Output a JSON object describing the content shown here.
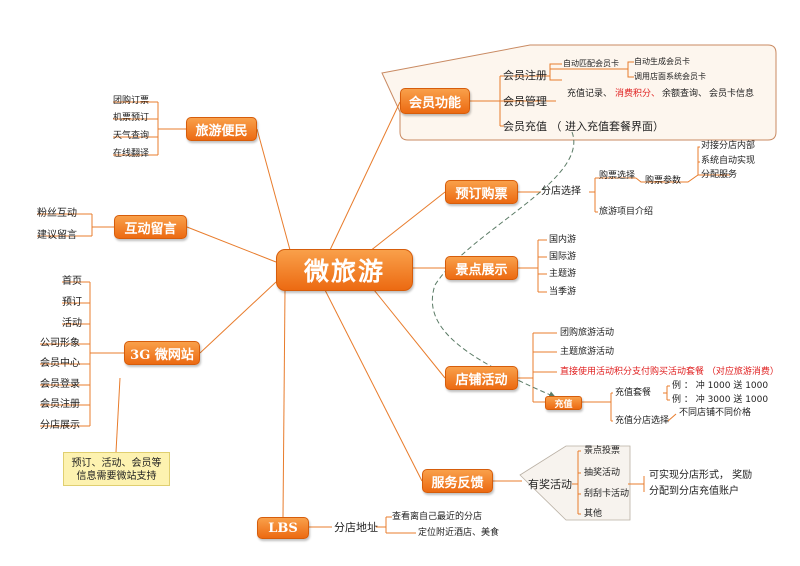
{
  "center": "微旅游",
  "member": {
    "title": "会员功能",
    "register": "会员注册",
    "auto_match": "自动匹配会员卡",
    "auto_gen": "自动生成会员卡",
    "call_system": "调用店面系统会员卡",
    "manage": "会员管理",
    "manage_items": [
      "充值记录、",
      "消费积分、",
      "余额查询、",
      "会员卡信息"
    ],
    "recharge": "会员充值 （ 进入充值套餐界面）"
  },
  "booking": {
    "title": "预订购票",
    "branch_select": "分店选择",
    "ticket_select": "购票选择",
    "ticket_params": "购票参数",
    "dock": "对接分店内部",
    "auto_impl": "系统自动实现",
    "distribute": "分配服务",
    "project_intro": "旅游项目介绍"
  },
  "scenic": {
    "title": "景点展示",
    "items": [
      "国内游",
      "国际游",
      "主题游",
      "当季游"
    ]
  },
  "store": {
    "title": "店铺活动",
    "group": "团购旅游活动",
    "theme": "主题旅游活动",
    "direct": "直接使用活动积分支付购买活动套餐 （对应旅游消费）",
    "recharge": "充值",
    "package": "充值套餐",
    "example1": "例 ： 冲 1000 送 1000",
    "example2": "例 ： 冲 3000 送 1000",
    "branch_recharge": "充值分店选择",
    "diff_price": "不同店铺不同价格"
  },
  "service": {
    "title": "服务反馈",
    "prize": "有奖活动",
    "items": [
      "景点投票",
      "抽奖活动",
      "刮刮卡活动",
      "其他"
    ],
    "note1": "可实现分店形式， 奖励",
    "note2": "分配到分店充值账户"
  },
  "lbs": {
    "title": "LBS",
    "branch_addr": "分店地址",
    "nearest": "查看离自己最近的分店",
    "locate": "定位附近酒店、美食"
  },
  "travel": {
    "title": "旅游便民",
    "items": [
      "团购订票",
      "机票预订",
      "天气查询",
      "在线翻译"
    ]
  },
  "interact": {
    "title": "互动留言",
    "items": [
      "粉丝互动",
      "建议留言"
    ]
  },
  "web3g": {
    "title": "3G 微网站",
    "items": [
      "首页",
      "预订",
      "活动",
      "公司形象",
      "会员中心",
      "会员登录",
      "会员注册",
      "分店展示"
    ],
    "note1": "预订、活动、会员等",
    "note2": "信息需要微站支持"
  },
  "colors": {
    "orange": "#ef7518",
    "line": "#e87c2c",
    "dash": "#5b7b66",
    "panel": "#fdf6ee"
  }
}
